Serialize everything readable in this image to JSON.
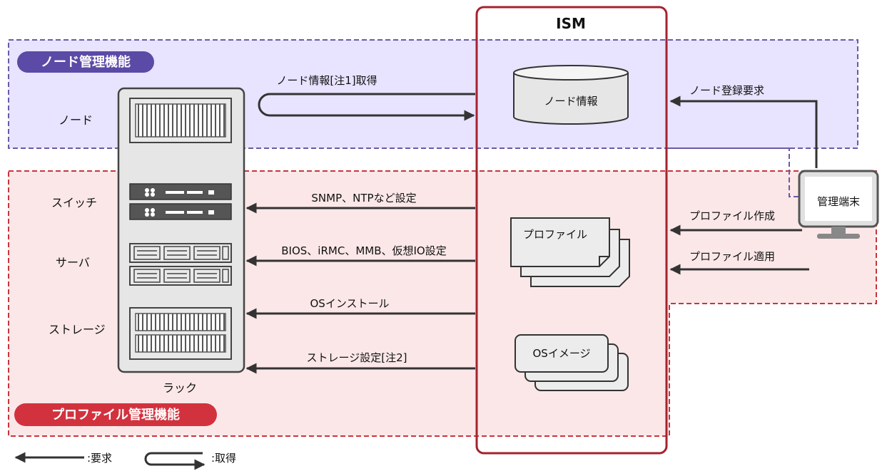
{
  "ism_label": "ISM",
  "node_mgmt": {
    "title": "ノード管理機能",
    "node_label": "ノード"
  },
  "profile_mgmt": {
    "title": "プロファイル管理機能",
    "switch_label": "スイッチ",
    "server_label": "サーバ",
    "storage_label": "ストレージ",
    "rack_label": "ラック"
  },
  "ism": {
    "node_info": "ノード情報",
    "profile": "プロファイル",
    "os_image": "OSイメージ"
  },
  "arrows": {
    "node_info_get": "ノード情報[注1]取得",
    "snmp_ntp": "SNMP、NTPなど設定",
    "bios_irmc": "BIOS、iRMC、MMB、仮想IO設定",
    "os_install": "OSインストール",
    "storage_setting": "ストレージ設定[注2]",
    "node_register": "ノード登録要求",
    "profile_create": "プロファイル作成",
    "profile_apply": "プロファイル適用"
  },
  "terminal": {
    "label": "管理端末"
  },
  "legend": {
    "request": ":要求",
    "get": ":取得"
  },
  "colors": {
    "node_zone_fill": "#e8e3ff",
    "node_zone_border": "#6a5aa8",
    "profile_zone_fill": "#fbe7e7",
    "profile_zone_border": "#c8353d",
    "ism_border": "#a3232e",
    "arrow": "#333333"
  }
}
